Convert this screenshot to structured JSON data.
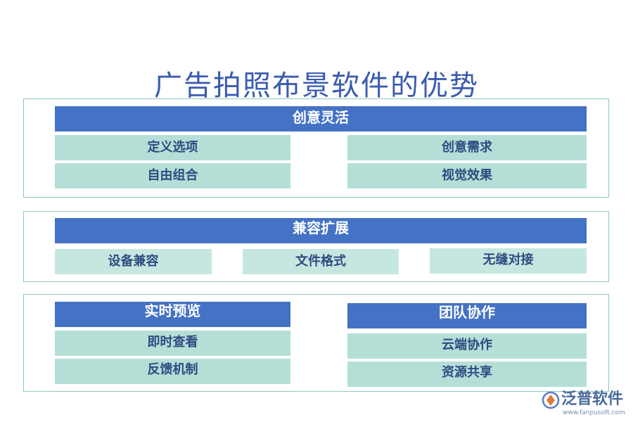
{
  "title": "广告拍照布景软件的优势",
  "sections": {
    "creative": {
      "header": "创意灵活",
      "left": [
        "定义选项",
        "自由组合"
      ],
      "right": [
        "创意需求",
        "视觉效果"
      ]
    },
    "compat": {
      "header": "兼容扩展",
      "items": [
        "设备兼容",
        "文件格式",
        "无缝对接"
      ]
    },
    "preview": {
      "header": "实时预览",
      "items": [
        "即时查看",
        "反馈机制"
      ]
    },
    "team": {
      "header": "团队协作",
      "items": [
        "云端协作",
        "资源共享"
      ]
    }
  },
  "logo": {
    "name": "泛普软件",
    "url": "www.fanpusoft.com",
    "icon": "fanpu-logo-icon"
  },
  "colors": {
    "header_bar": "#4472c4",
    "cell": "#b4dfd7",
    "title": "#3a5bb0",
    "panel_border": "#8ec9bf"
  }
}
